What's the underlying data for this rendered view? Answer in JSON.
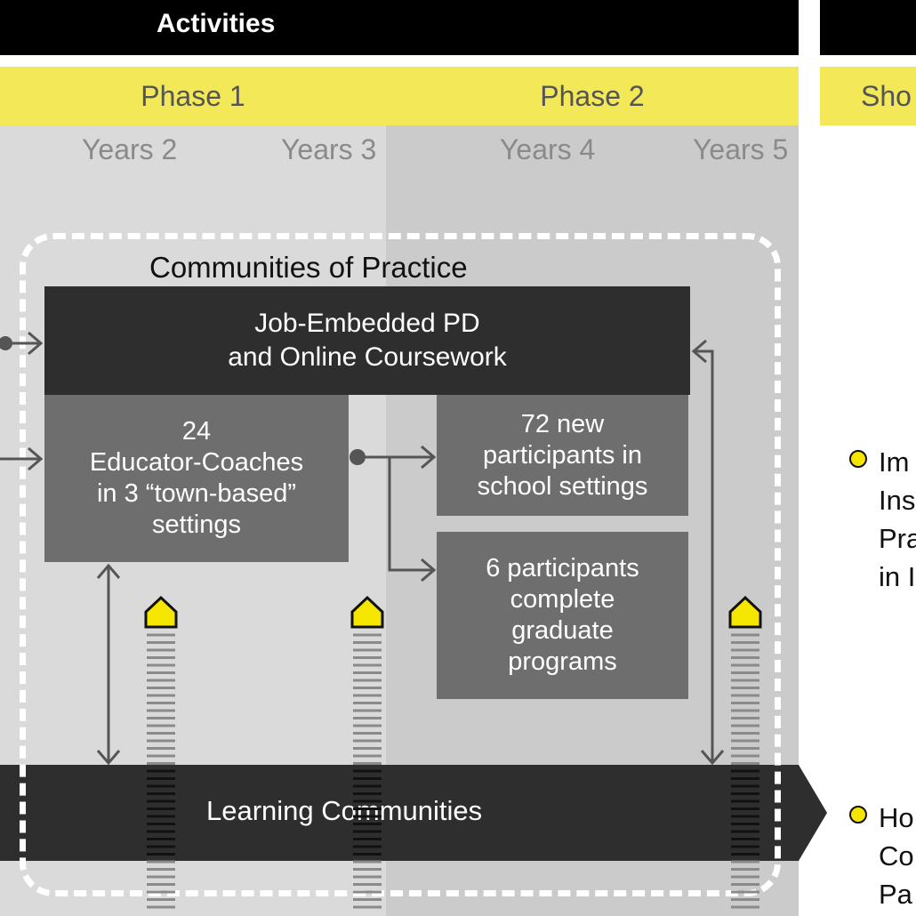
{
  "header": {
    "activities": "Activities"
  },
  "phases": [
    {
      "label": "Phase 1",
      "years": [
        "Years 2",
        "Years 3"
      ]
    },
    {
      "label": "Phase 2",
      "years": [
        "Years 4",
        "Years 5"
      ]
    }
  ],
  "short_label": "Sho",
  "communities_title": "Communities of Practice",
  "job_pd": {
    "line1": "Job-Embedded PD",
    "line2": "and Online Coursework"
  },
  "coaches": {
    "line1": "24",
    "line2": "Educator-Coaches",
    "line3": "in 3 “town-based”",
    "line4": "settings"
  },
  "participants": {
    "line1": "72 new",
    "line2": "participants in",
    "line3": "school settings"
  },
  "graduates": {
    "line1": "6 participants",
    "line2": "complete",
    "line3": "graduate",
    "line4": "programs"
  },
  "learning_communities": "Learning Communities",
  "outcomes": [
    {
      "lines": [
        "Im",
        "Ins",
        "Pra",
        "in I"
      ]
    },
    {
      "lines": [
        "Ho",
        "Co",
        "Pa"
      ]
    }
  ],
  "colors": {
    "yellow": "#f2e858",
    "marker": "#f5e600",
    "black": "#000000",
    "dark": "#2e2e2e",
    "grey_box": "#6e6e6e"
  }
}
